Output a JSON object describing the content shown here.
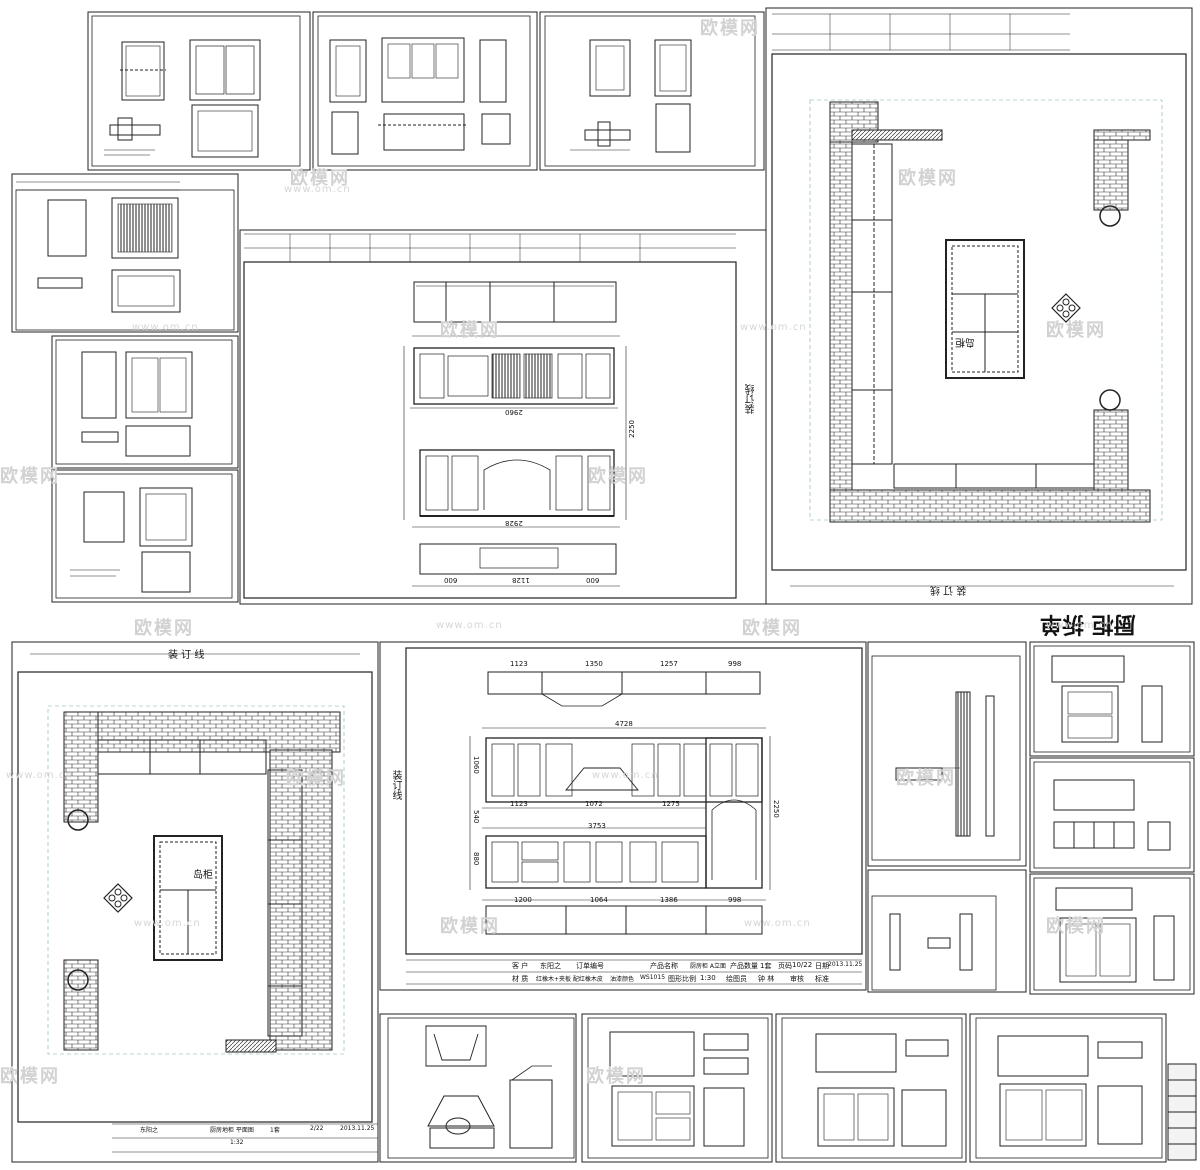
{
  "drawing": {
    "title_rotated": "厨柜  拆单",
    "island_label_top": "岛柜",
    "island_label_bottom": "岛柜",
    "binding_line_1": "装 订 线",
    "binding_line_2": "装订线",
    "binding_line_3": "装 订 线",
    "binding_line_4": "装订线"
  },
  "title_block_bottom": {
    "customer_label": "客 户",
    "customer_value": "东阳之",
    "order_label": "订单编号",
    "product_label": "产品名称",
    "product_value": "厨房柜 A立面",
    "qty_label": "产品数量",
    "qty_value": "1套",
    "page_label": "页码",
    "page_value": "10/22",
    "date_label": "日期",
    "date_value": "2013.11.25",
    "material_label": "材 质",
    "material_value": "红橡木+夹板 配红橡木皮",
    "paint_value": "油漆颜色",
    "order_value": "WS1015",
    "scale_label": "图形比例",
    "scale_value": "1:30",
    "drawer_label": "绘图员",
    "drawer_value": "钟 林",
    "reviewer_label": "审核",
    "reviewer_value": "标准"
  },
  "title_block_left_bottom": {
    "customer": "东阳之",
    "date": "2013.11.25",
    "page": "2/22",
    "scale": "1:32",
    "name": "厨房地柜 平面图",
    "qty": "1套"
  },
  "dimensions_elevation_a": {
    "top_row": [
      "1123",
      "1350",
      "1257",
      "998"
    ],
    "total_width": "4728",
    "mid_row": [
      "1123",
      "1072",
      "1275"
    ],
    "base_total": "3753",
    "plinth_row": [
      "1200",
      "1064",
      "1386",
      "998"
    ],
    "height_upper": "1060",
    "height_mid": "540",
    "height_base": "880",
    "height_total": "2250"
  },
  "dimensions_elevation_b": {
    "top_dim": "2960",
    "bottom_dim": "2928",
    "plinth_row": [
      "600",
      "1128",
      "600"
    ],
    "height_left": "2250"
  },
  "watermarks": {
    "brand": "欧模网",
    "url": "www.om.cn"
  }
}
